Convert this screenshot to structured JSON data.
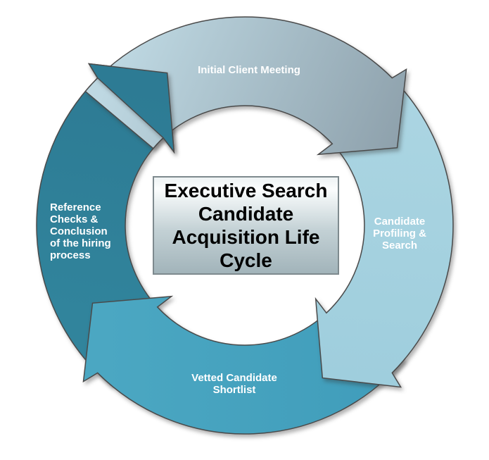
{
  "diagram": {
    "type": "cycle-diagram",
    "direction": "clockwise",
    "background": "#ffffff",
    "outline_color": "#4a4a4a"
  },
  "center_box": {
    "title": "Executive Search\nCandidate\nAcquisition Life\nCycle",
    "text_color": "#000000",
    "bg_top": "#fbfdfd",
    "bg_bottom": "#a2b4ba",
    "border_color": "#7e8a8e"
  },
  "segments": [
    {
      "position": "top",
      "label": "Initial Client Meeting",
      "text_color": "#ffffff",
      "color_start": "#bed8e2",
      "color_end": "#8fa2ad"
    },
    {
      "position": "right",
      "label": "Candidate\nProfiling &\nSearch",
      "text_color": "#ffffff",
      "color_start": "#abd5e2",
      "color_end": "#9fcedd"
    },
    {
      "position": "bottom",
      "label": "Vetted Candidate\nShortlist",
      "text_color": "#ffffff",
      "color_start": "#4ba7c2",
      "color_end": "#3f9cba"
    },
    {
      "position": "left",
      "label": "Reference\nChecks &\nConclusion\nof the hiring\nprocess",
      "text_color": "#ffffff",
      "color_start": "#31849c",
      "color_end": "#2d7b94"
    }
  ]
}
